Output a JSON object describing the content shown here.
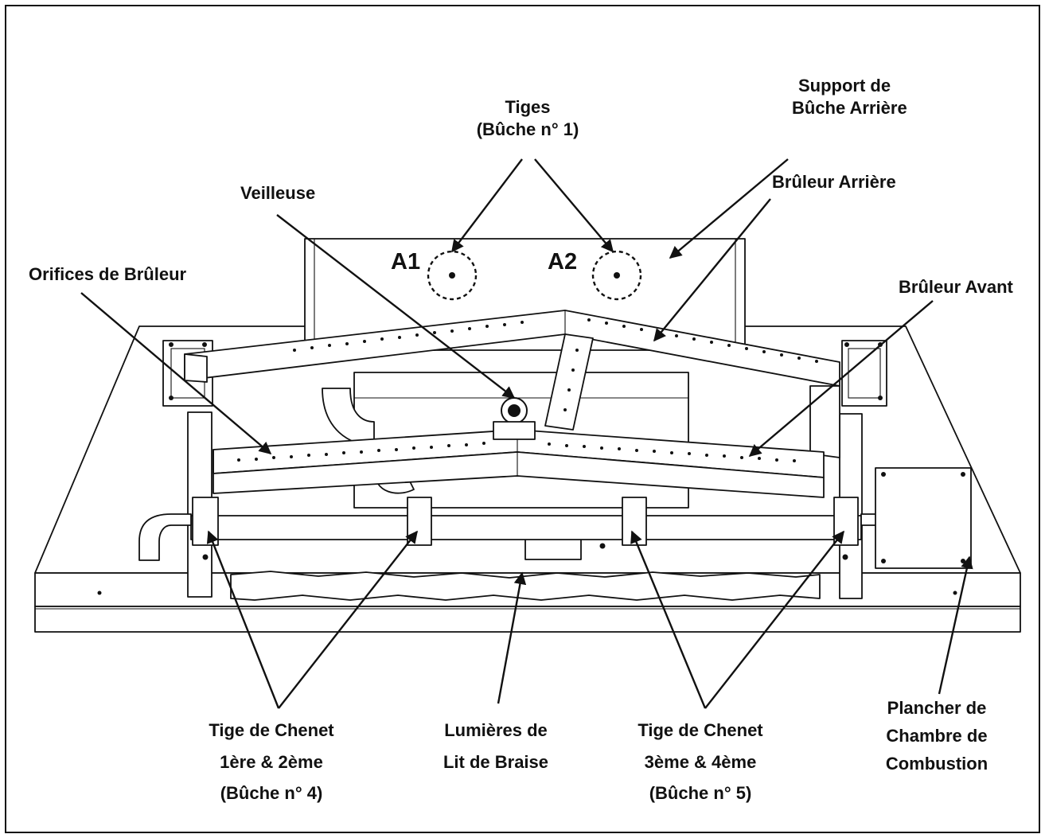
{
  "labels": {
    "tiges_1": "Tiges",
    "tiges_2": "(Bûche n° 1)",
    "support_1": "Support de",
    "support_2": "Bûche Arrière",
    "veilleuse": "Veilleuse",
    "bruleur_arriere": "Brûleur Arrière",
    "orifices": "Orifices de Brûleur",
    "bruleur_avant": "Brûleur Avant",
    "a1": "A1",
    "a2": "A2",
    "chenet12_1": "Tige de Chenet",
    "chenet12_2": "1ère & 2ème",
    "chenet12_3": "(Bûche n° 4)",
    "lumieres_1": "Lumières de",
    "lumieres_2": "Lit de Braise",
    "chenet34_1": "Tige de Chenet",
    "chenet34_2": "3ème & 4ème",
    "chenet34_3": "(Bûche n° 5)",
    "plancher_1": "Plancher de",
    "plancher_2": "Chambre de",
    "plancher_3": "Combustion"
  }
}
